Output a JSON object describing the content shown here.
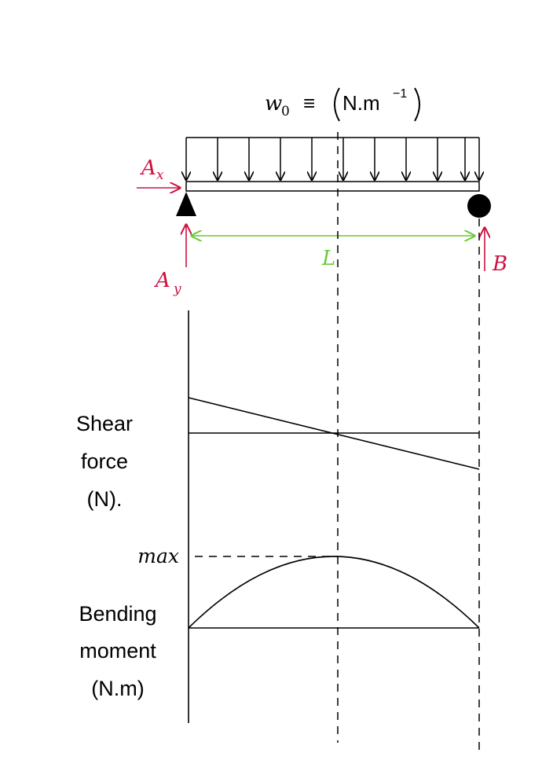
{
  "load": {
    "symbol": "w",
    "subscript": "0",
    "equiv": "≡",
    "unit_base": "N.m",
    "unit_exp": "−1"
  },
  "reactions": {
    "ax_symbol": "A",
    "ax_sub": "x",
    "ay_symbol": "A",
    "ay_sub": "y",
    "b_label": "B"
  },
  "span_label": "L",
  "shear": {
    "label_lines": [
      "Shear",
      "force",
      "(N)."
    ]
  },
  "moment": {
    "max_label": "max",
    "label_lines": [
      "Bending",
      "moment",
      "(N.m)"
    ]
  },
  "colors": {
    "ink": "#000000",
    "reaction": "#cc1040",
    "dimension": "#66cc33"
  },
  "icons": {
    "pin_support": "triangle-support-icon",
    "roller_support": "roller-support-icon"
  }
}
